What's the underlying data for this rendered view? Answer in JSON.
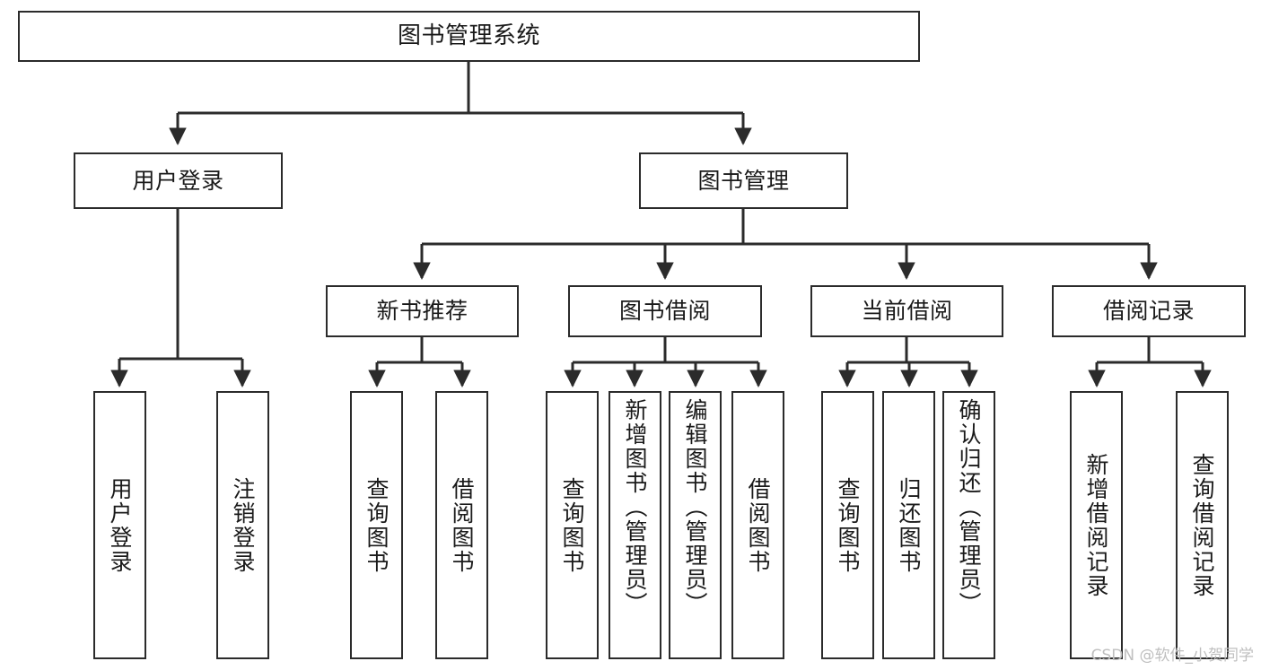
{
  "diagram": {
    "title": "图书管理系统",
    "watermark": "CSDN @软件_小贺同学",
    "line_color": "#2b2b2b",
    "box_fill": "#ffffff",
    "text_color": "#1a1a1a",
    "levels": {
      "level1": [
        "图书管理系统"
      ],
      "level2": [
        "用户登录",
        "图书管理"
      ],
      "level3": [
        "新书推荐",
        "图书借阅",
        "当前借阅",
        "借阅记录"
      ],
      "level4": [
        "用户登录",
        "注销登录",
        "查询图书",
        "借阅图书",
        "查询图书",
        "新增图书（管理员）",
        "编辑图书（管理员）",
        "借阅图书",
        "查询图书",
        "归还图书",
        "确认归还（管理员）",
        "新增借阅记录",
        "查询借阅记录"
      ]
    },
    "nodes": {
      "root": {
        "label": "图书管理系统"
      },
      "user_login": {
        "label": "用户登录"
      },
      "book_mgmt": {
        "label": "图书管理"
      },
      "new_book_rec": {
        "label": "新书推荐"
      },
      "book_borrow": {
        "label": "图书借阅"
      },
      "current_borrow": {
        "label": "当前借阅"
      },
      "borrow_record": {
        "label": "借阅记录"
      },
      "leaf_user_login": {
        "label": "用户登录"
      },
      "leaf_logout": {
        "label": "注销登录"
      },
      "leaf_query_book_1": {
        "label": "查询图书"
      },
      "leaf_borrow_book_1": {
        "label": "借阅图书"
      },
      "leaf_query_book_2": {
        "label": "查询图书"
      },
      "leaf_add_book_admin": {
        "label": "新增图书（管理员）"
      },
      "leaf_edit_book_admin": {
        "label": "编辑图书（管理员）"
      },
      "leaf_borrow_book_2": {
        "label": "借阅图书"
      },
      "leaf_query_book_3": {
        "label": "查询图书"
      },
      "leaf_return_book": {
        "label": "归还图书"
      },
      "leaf_confirm_return_admin": {
        "label": "确认归还（管理员）"
      },
      "leaf_add_borrow_record": {
        "label": "新增借阅记录"
      },
      "leaf_query_borrow_record": {
        "label": "查询借阅记录"
      }
    }
  }
}
